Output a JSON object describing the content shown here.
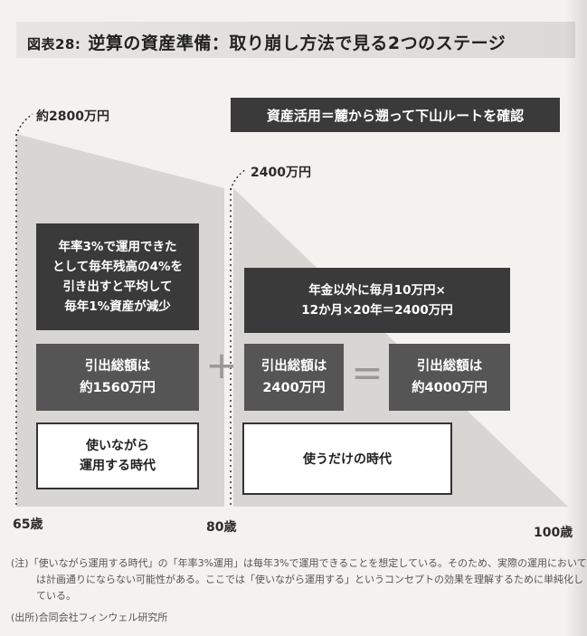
{
  "title": {
    "figure_no": "図表28:",
    "text": "逆算の資産準備：取り崩し方法で見る2つのステージ"
  },
  "callout": "資産活用＝麓から遡って下山ルートを確認",
  "peaks": {
    "left": "約2800万円",
    "middle": "2400万円"
  },
  "stage1": {
    "explain": "年率3%で運用できた\nとして毎年残高の4%を\n引き出すと平均して\n毎年1%資産が減少",
    "total": "引出総額は\n約1560万円",
    "name": "使いながら\n運用する時代"
  },
  "stage2": {
    "explain": "年金以外に毎月10万円×\n12か月×20年＝2400万円",
    "total": "引出総額は\n2400万円",
    "name": "使うだけの時代"
  },
  "operators": {
    "plus": "+",
    "equals": "="
  },
  "result": {
    "total": "引出総額は\n約4000万円"
  },
  "axis": {
    "age65": "65歳",
    "age80": "80歳",
    "age100": "100歳"
  },
  "notes": {
    "note_prefix": "(注)",
    "note": "「使いながら運用する時代」の「年率3%運用」は毎年3%で運用できることを想定している。そのため、実際の運用においては計画通りにならない可能性がある。ここでは「使いながら運用する」というコンセプトの効果を理解するために単純化している。",
    "source_prefix": "(出所)",
    "source": "合同会社フィンウェル研究所"
  },
  "colors": {
    "area_fill": "#d8d6d2",
    "dark_box": "#3a3a3a",
    "mid_box": "#555555",
    "dotted_line": "#333333"
  }
}
